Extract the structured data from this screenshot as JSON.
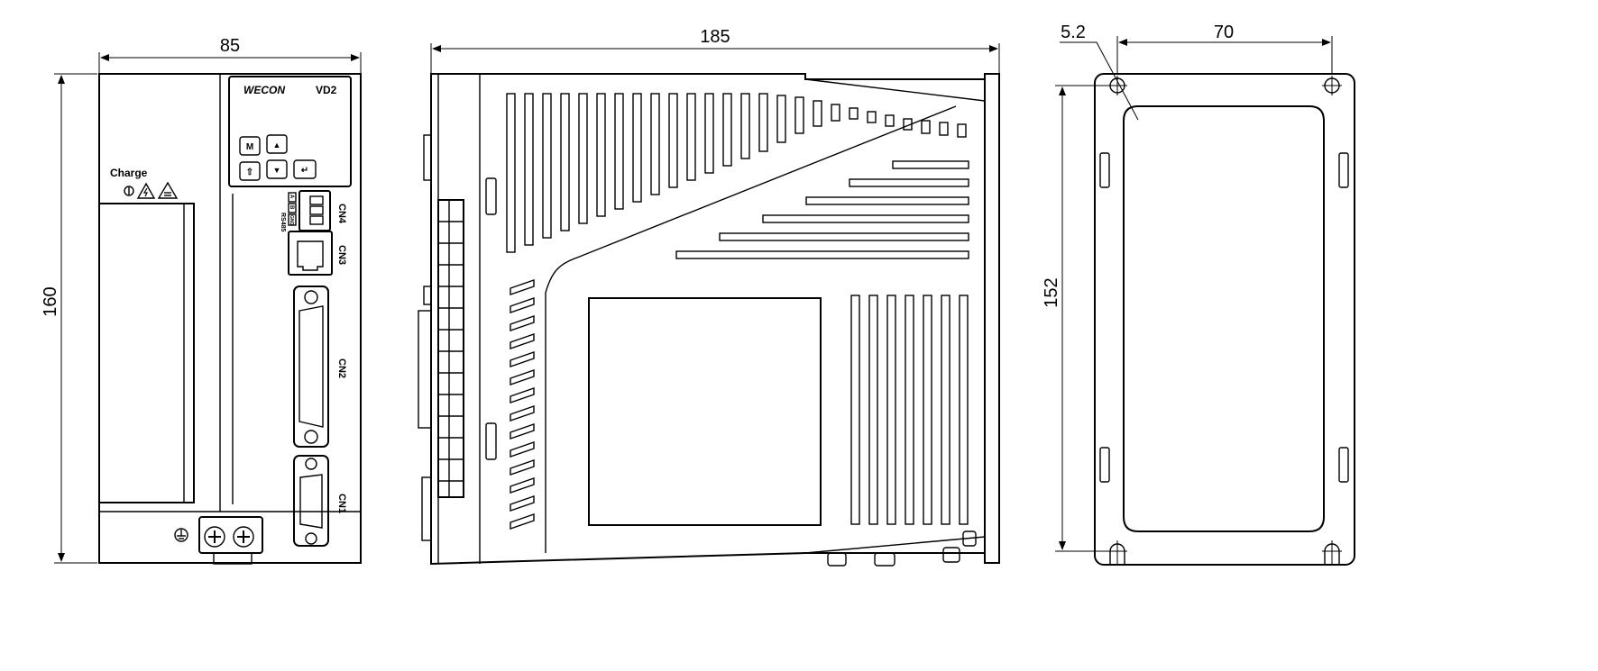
{
  "front_view": {
    "dim_width": "85",
    "dim_height": "160",
    "brand_logo": "WECON",
    "model": "VD2",
    "charge_label": "Charge",
    "keypad_keys": [
      "M",
      "▲",
      "⇧",
      "▼",
      "↵"
    ],
    "connectors": [
      "CN4",
      "CN3",
      "CN2",
      "CN1"
    ],
    "cn4_pin_labels": [
      "A",
      "B",
      "GND"
    ],
    "cn4_side_label": "RS485",
    "ground_icon": "ground-symbol-icon",
    "terminal_icons": [
      "plus-screw-icon",
      "plus-screw-icon"
    ]
  },
  "side_view": {
    "dim_length": "185"
  },
  "mount_view": {
    "dim_hole_diameter": "5.2",
    "dim_hole_spacing_x": "70",
    "dim_hole_spacing_y": "152"
  },
  "colors": {
    "line": "#000000",
    "background": "#ffffff"
  }
}
